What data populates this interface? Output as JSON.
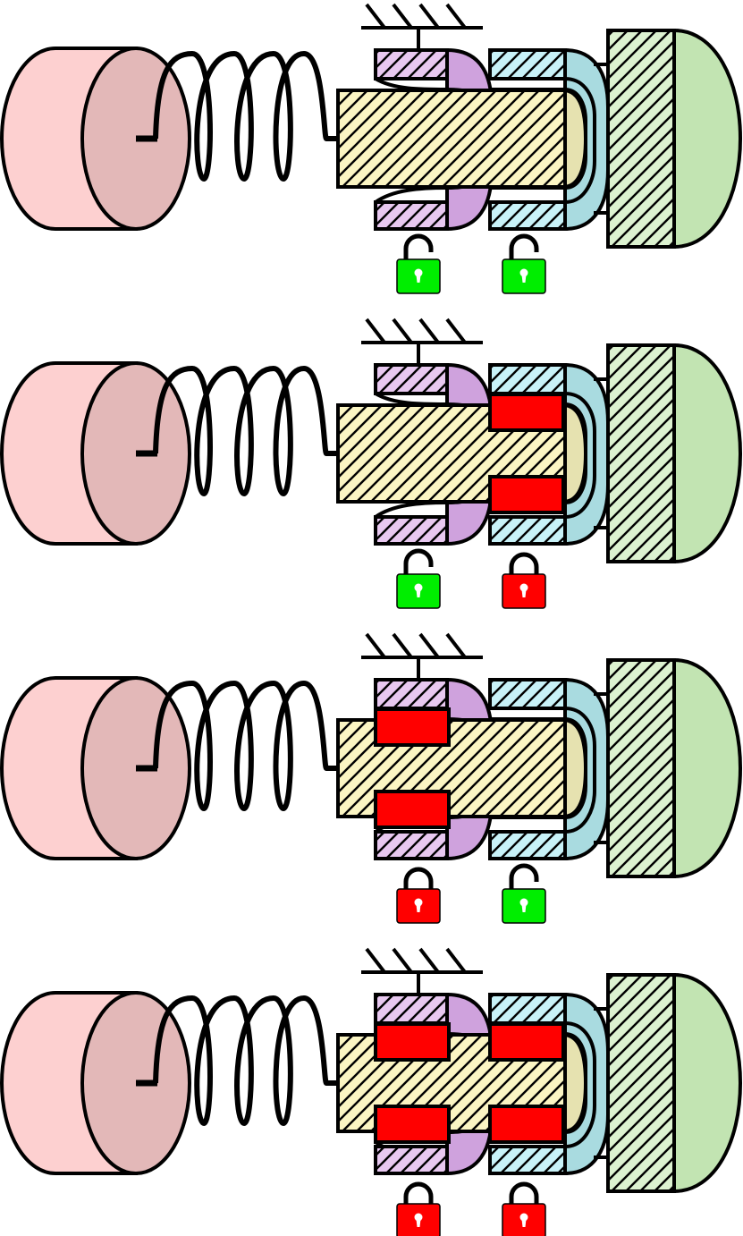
{
  "colors": {
    "mass_front": "#fdd0d0",
    "mass_face": "#e3b8b8",
    "clutch_a_light": "#e8c8f0",
    "clutch_a_dark": "#cfa2dd",
    "clutch_b_light": "#c8f2f8",
    "clutch_b_dark": "#a9dbe0",
    "shaft": "#fbf5c3",
    "shaft_tip": "#e6e2b0",
    "output_plate": "#dcf2d0",
    "output_dome": "#c2e4b2",
    "engaged": "#ff0000",
    "lock_open": "#00ee00",
    "lock_closed": "#ff0000",
    "stroke": "#000000"
  },
  "icons": {
    "mass": "cylinder-mass-icon",
    "spring": "coil-spring-icon",
    "ground": "ground-hatch-icon",
    "lock_open": "padlock-unlocked-icon",
    "lock_closed": "padlock-locked-icon"
  },
  "panels": [
    {
      "clutch_a_engaged": false,
      "clutch_b_engaged": false,
      "lock_a": "unlocked",
      "lock_b": "unlocked"
    },
    {
      "clutch_a_engaged": false,
      "clutch_b_engaged": true,
      "lock_a": "unlocked",
      "lock_b": "locked"
    },
    {
      "clutch_a_engaged": true,
      "clutch_b_engaged": false,
      "lock_a": "locked",
      "lock_b": "unlocked"
    },
    {
      "clutch_a_engaged": true,
      "clutch_b_engaged": true,
      "lock_a": "locked",
      "lock_b": "locked"
    }
  ]
}
